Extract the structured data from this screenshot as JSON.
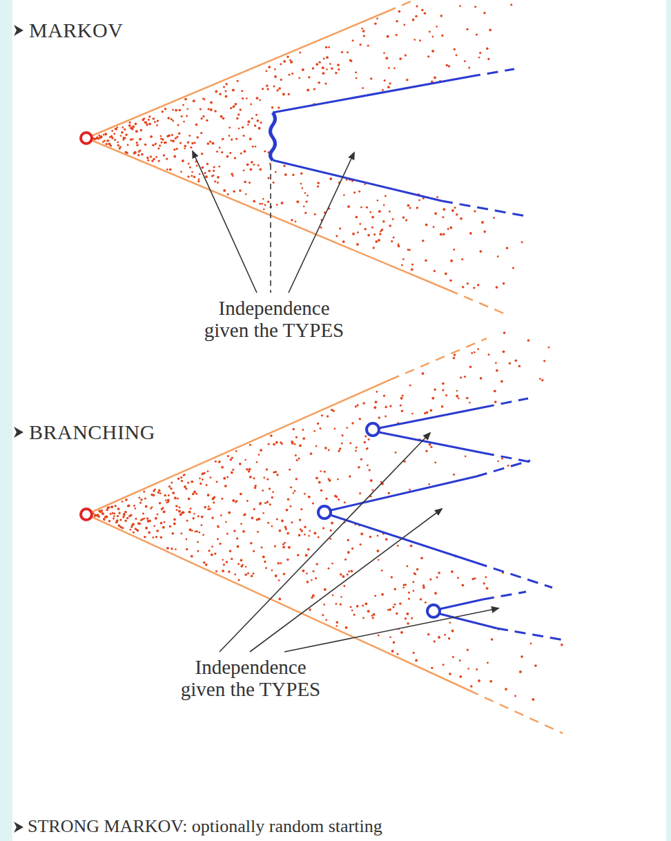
{
  "diagram": {
    "labels": [
      "MARKOV",
      "Independence given the TYPES",
      "BRANCHING",
      "Independence given the TYPES",
      "STRONG MARKOV: optionally random starting"
    ]
  }
}
